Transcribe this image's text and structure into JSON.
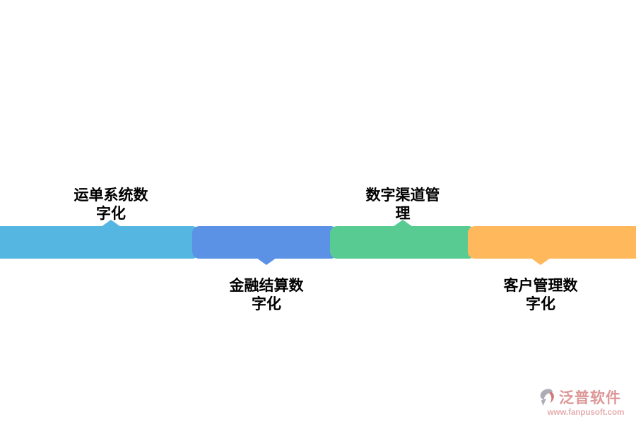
{
  "page": {
    "background_color": "#ffffff",
    "text_color": "#000000"
  },
  "chart_data": {
    "type": "table",
    "title": "",
    "categories": [
      "运单系统数字化",
      "金融结算数字化",
      "数字渠道管理",
      "客户管理数字化"
    ],
    "layout_hint": "horizontal process bar, labels alternate above/below"
  },
  "segments": [
    {
      "id": "waybill-system-digitization",
      "label": "运单系统数字化",
      "label_lines": [
        "运单系统数",
        "字化"
      ],
      "color": "#55B6E2",
      "label_position": "above"
    },
    {
      "id": "finance-settlement-digitization",
      "label": "金融结算数字化",
      "label_lines": [
        "金融结算数",
        "字化"
      ],
      "color": "#5B92E5",
      "label_position": "below"
    },
    {
      "id": "digital-channel-management",
      "label": "数字渠道管理",
      "label_lines": [
        "数字渠道管",
        "理"
      ],
      "color": "#57CB92",
      "label_position": "above"
    },
    {
      "id": "customer-management-digitization",
      "label": "客户管理数字化",
      "label_lines": [
        "客户管理数",
        "字化"
      ],
      "color": "#FFB95C",
      "label_position": "below"
    }
  ],
  "watermark": {
    "brand": "泛普软件",
    "url": "www.fanpusoft.com",
    "brand_color": "#D98C8C",
    "url_color": "#E2A6A6",
    "icon_gray": "#A4A4B0",
    "icon_red": "#C96A6A"
  }
}
